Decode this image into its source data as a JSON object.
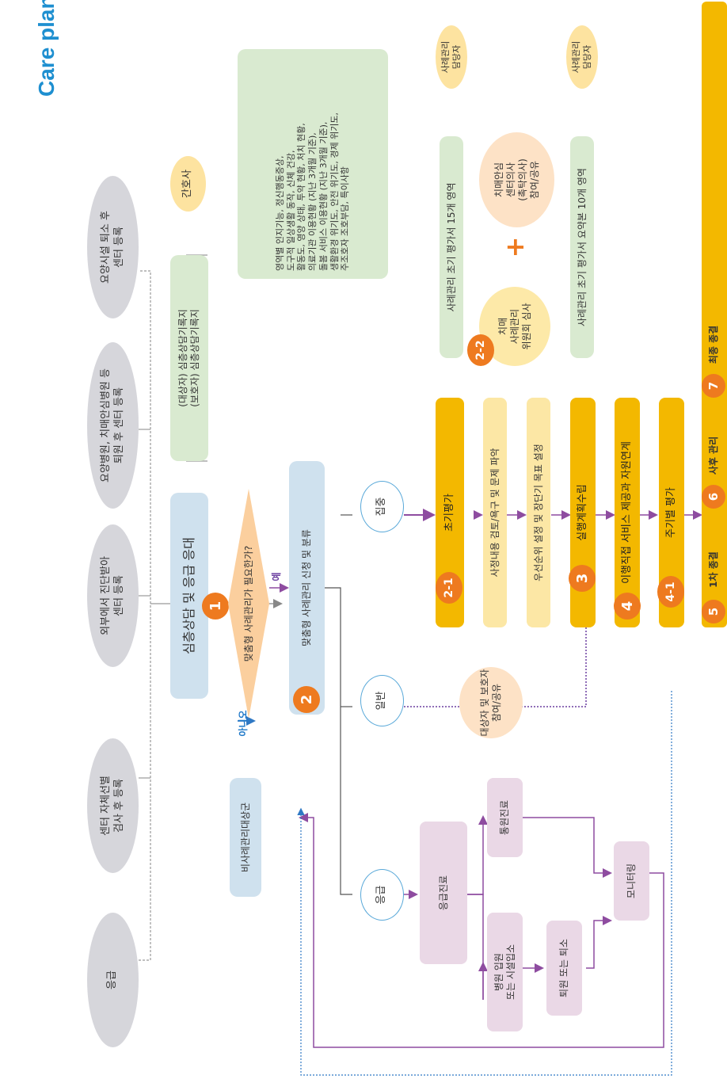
{
  "title": "Care plan",
  "sources": [
    "응급",
    "센터 자체선별\n검사 후 등록",
    "외부에서 진단받아\n센터 등록",
    "요양병원, 치매안심병원 등\n퇴원 후 센터 등록",
    "요양시설 퇴소 후\n센터 등록"
  ],
  "nurse": "간호사",
  "records": "(대상자) 심층상담기록지\n(보호자) 심층상담기록지",
  "intake": "심층상담 및 응급 응대",
  "decision": "맞춤형 사례관리가 필요한가?",
  "yes": "예",
  "no": "아니오",
  "non_target": "비사례관리대상군",
  "classify": "맞춤형 사례관리 신청 및 분류",
  "branches": {
    "intensive": "집중",
    "general": "일반",
    "emergency": "응급"
  },
  "emergency_flow": {
    "care": "응급진료",
    "hospital": "병원 입원\n또는 시설입소",
    "outpatient": "통원진료",
    "discharge": "퇴원 또는 퇴소",
    "monitoring": "모니터링"
  },
  "share": "대상자 및 보호자\n참여/공유",
  "steps": {
    "initial": "초기평가",
    "needs": "사정내용 검토/욕구 및 문제 파악",
    "goals": "우선순위 설정 및 장단기 목표 설정",
    "plan": "실행계획수립",
    "link": "이행직접 서비스 제공과 자원연계",
    "periodic": "주기별 평가",
    "terminate1": "1차 종결",
    "admin": "사후 관리",
    "final": "최종 종결"
  },
  "numbers": {
    "n1": "1",
    "n2": "2",
    "n21": "2-1",
    "n22": "2-2",
    "n3": "3",
    "n4": "4",
    "n41": "4-1",
    "n5": "5",
    "n6": "6",
    "n7": "7"
  },
  "domains_note": "영역별 인지기능, 정신행동증상,\n도구적 일상생활 동작, 신체 건강,\n활동도, 영양 상태, 투약 현황, 처치 현황,\n의료기관 이용현황 (지난 3개월 기준),\n돌봄 서비스 이용현황 (지난 3개월 기준),\n생활환경 위기도, 안전 위기도, 경제 위기도,\n주조호자 조호부담, 특이사항",
  "assess15": "사례관리 초기 평가서 15개 영역",
  "assess10": "사례관리 초기 평가서 요약본 10개 영역",
  "manager": "사례관리\n담당자",
  "committee": "치매\n사례관리\n위원회 심사",
  "doctor": "치매안심\n센터의사\n(촉탁의사)\n참여/공유",
  "plus": "+"
}
